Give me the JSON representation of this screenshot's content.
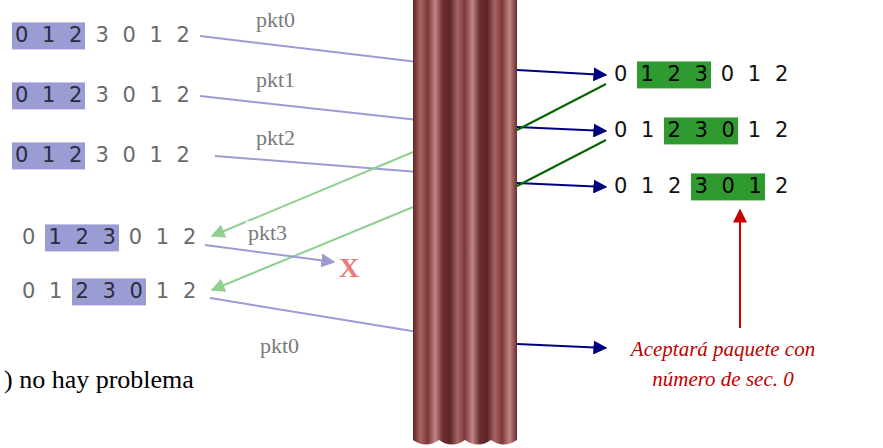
{
  "diagram": {
    "nodes": [
      {
        "text": [
          "0 1 2"
        ]
      },
      {
        "text": [
          "0 1 2"
        ]
      },
      {
        "text": [
          "0 1 2"
        ]
      },
      {
        "text": [
          "1 2 3"
        ]
      },
      {
        "text": [
          "2 3 0"
        ]
      },
      {
        "text": [
          "1 2 3"
        ]
      },
      {
        "text": [
          "2 3 0"
        ]
      },
      {
        "text": [
          "3 0 1"
        ]
      }
    ],
    "labels": [
      "3 0 1 2",
      "3 0 1 2",
      "3 0 1 2",
      "0",
      "0 1 2",
      "0 1",
      "1 2",
      "0",
      "0 1 2",
      "0 1",
      "1 2",
      "0 1 2",
      "2",
      "pkt0",
      "pkt1",
      "pkt2",
      "pkt3",
      "pkt0",
      "X",
      "Aceptará paquete con número de sec. 0",
      ") no hay problema"
    ]
  }
}
